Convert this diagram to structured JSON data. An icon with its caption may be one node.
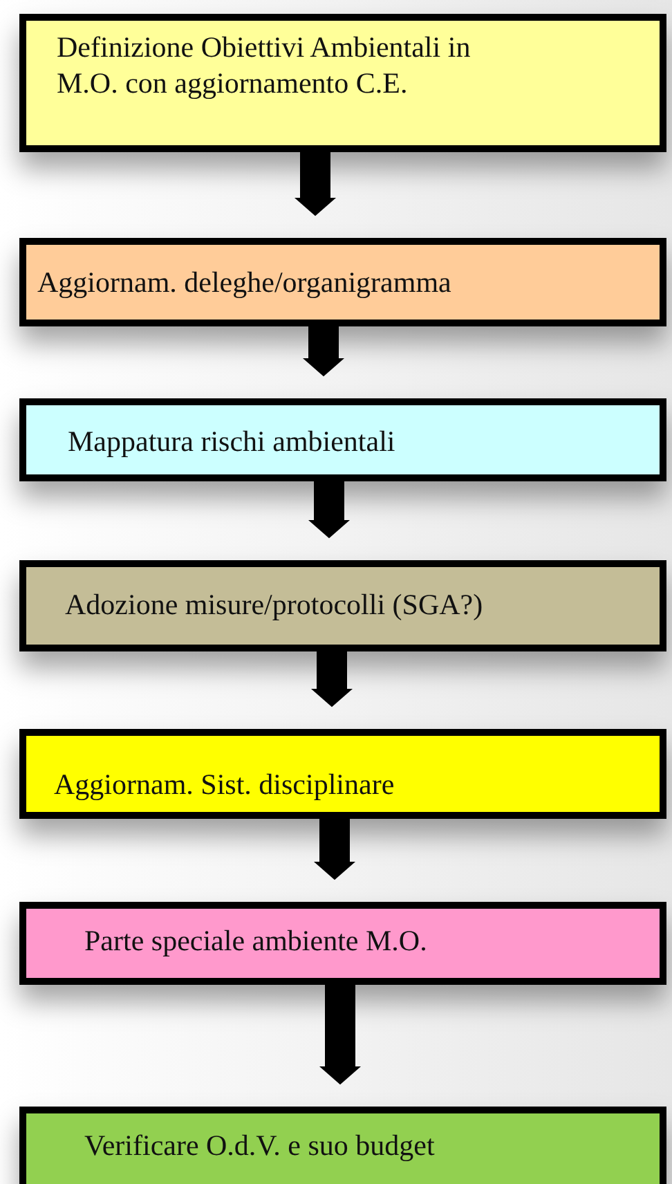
{
  "diagram": {
    "nodes": [
      {
        "text": [
          "Definizione Obiettivi Ambientali in M.O. con aggiornamento C.E."
        ]
      },
      {
        "text": [
          "Aggiornam. deleghe/organigramma"
        ]
      },
      {
        "text": [
          "Mappatura rischi ambientali"
        ]
      },
      {
        "text": [
          "Adozione misure/protocolli (SGA?)"
        ]
      },
      {
        "text": [
          "Aggiornam. Sist. disciplinare"
        ]
      },
      {
        "text": [
          "Parte speciale ambiente M.O."
        ]
      },
      {
        "text": [
          "Verificare O.d.V. e suo budget"
        ]
      }
    ],
    "edges": [
      {
        "from": 0,
        "to": 1,
        "arrow": "to"
      },
      {
        "from": 1,
        "to": 2,
        "arrow": "to"
      },
      {
        "from": 2,
        "to": 3,
        "arrow": "to"
      },
      {
        "from": 3,
        "to": 4,
        "arrow": "to"
      },
      {
        "from": 4,
        "to": 5,
        "arrow": "to"
      },
      {
        "from": 5,
        "to": 6,
        "arrow": "to"
      }
    ]
  }
}
